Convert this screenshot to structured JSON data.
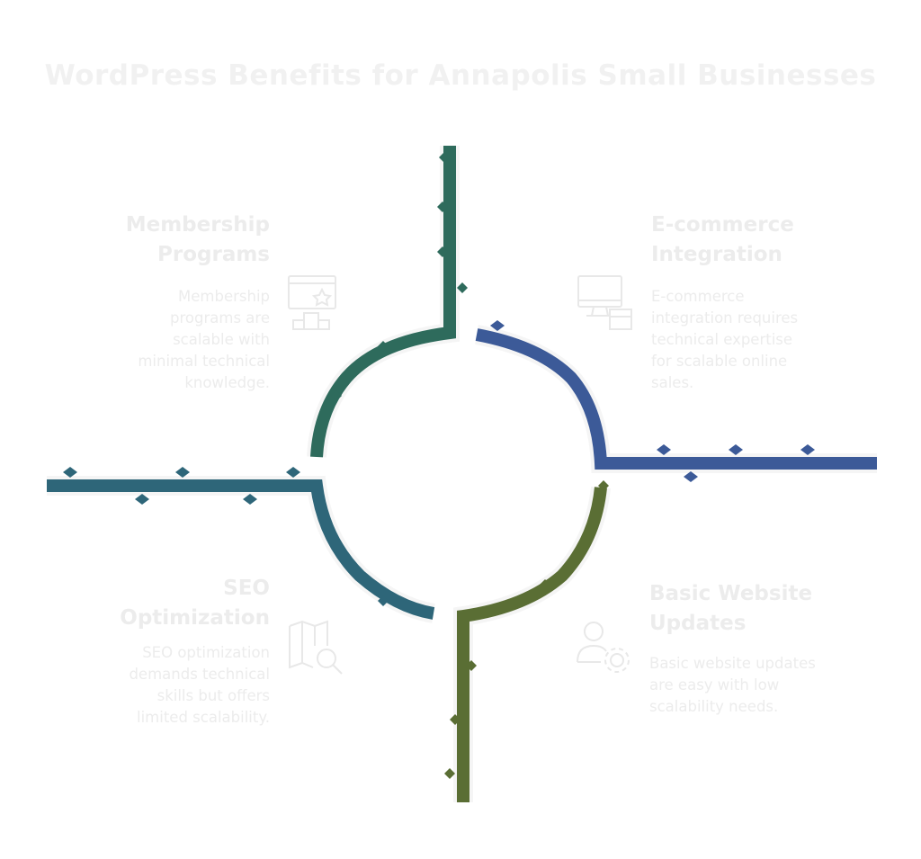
{
  "title": "WordPress Benefits for Annapolis Small Businesses",
  "quadrants": {
    "membership": {
      "heading_line1": "Membership",
      "heading_line2": "Programs",
      "desc_lines": [
        "Membership",
        "programs are",
        "scalable with",
        "minimal technical",
        "knowledge."
      ],
      "icon": "membership-badge-icon",
      "color": "#2e6b5c"
    },
    "ecommerce": {
      "heading_line1": "E-commerce",
      "heading_line2": "Integration",
      "desc_lines": [
        "E-commerce",
        "integration requires",
        "technical expertise",
        "for scalable online",
        "sales."
      ],
      "icon": "computer-box-icon",
      "color": "#3c5a98"
    },
    "seo": {
      "heading_line1": "SEO",
      "heading_line2": "Optimization",
      "desc_lines": [
        "SEO optimization",
        "demands technical",
        "skills but offers",
        "limited scalability."
      ],
      "icon": "map-search-icon",
      "color": "#2e6679"
    },
    "basic": {
      "heading_line1": "Basic Website",
      "heading_line2": "Updates",
      "desc_lines": [
        "Basic website updates",
        "are easy with low",
        "scalability needs."
      ],
      "icon": "user-gear-icon",
      "color": "#5a6e34"
    }
  }
}
